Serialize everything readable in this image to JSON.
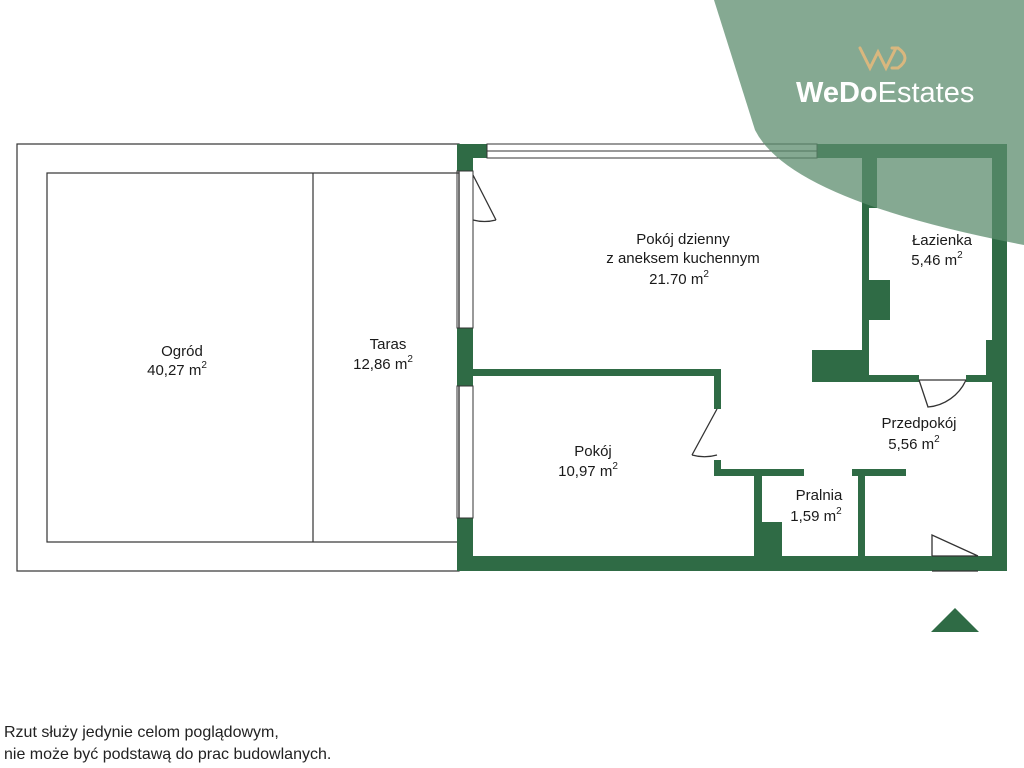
{
  "brand": {
    "name_part1": "WeDo",
    "name_part2": "Estates",
    "logo_icon": "wd-monogram-icon",
    "colors": {
      "wall": "#2f6b45",
      "banner": "#5c8c6e",
      "logo_gold": "#d9b77e",
      "text": "#1a1a1a"
    }
  },
  "rooms": [
    {
      "name": "Ogród",
      "area": "40,27 m",
      "unit_sup": "2"
    },
    {
      "name": "Taras",
      "area": "12,86 m",
      "unit_sup": "2"
    },
    {
      "name": "Pokój dzienny",
      "name_line2": "z aneksem kuchennym",
      "area": "21.70 m",
      "unit_sup": "2"
    },
    {
      "name": "Łazienka",
      "area": "5,46 m",
      "unit_sup": "2"
    },
    {
      "name": "Przedpokój",
      "area": "5,56 m",
      "unit_sup": "2"
    },
    {
      "name": "Pokój",
      "area": "10,97 m",
      "unit_sup": "2"
    },
    {
      "name": "Pralnia",
      "area": "1,59 m",
      "unit_sup": "2"
    }
  ],
  "north_arrow_icon": "north-triangle-icon",
  "disclaimer": {
    "line1": "Rzut służy jedynie celom poglądowym,",
    "line2": "nie może być podstawą do prac budowlanych."
  }
}
